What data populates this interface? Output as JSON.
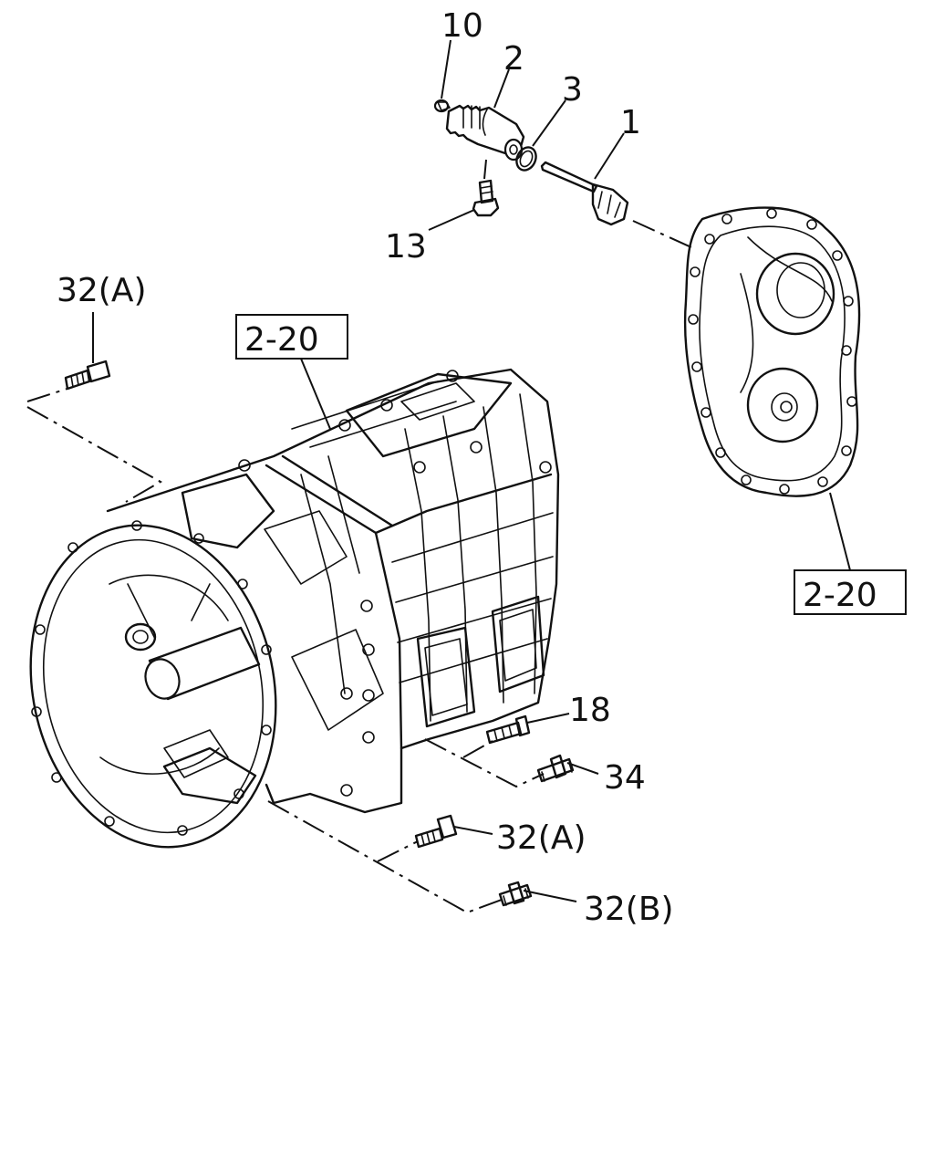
{
  "callouts": {
    "c10": "10",
    "c2": "2",
    "c3": "3",
    "c1": "1",
    "c13": "13",
    "c32a_top": "32(A)",
    "c18": "18",
    "c34": "34",
    "c32a_bottom": "32(A)",
    "c32b": "32(B)"
  },
  "references": {
    "ref_left": "2-20",
    "ref_right": "2-20"
  },
  "colors": {
    "ink": "#111111",
    "background": "#ffffff"
  }
}
